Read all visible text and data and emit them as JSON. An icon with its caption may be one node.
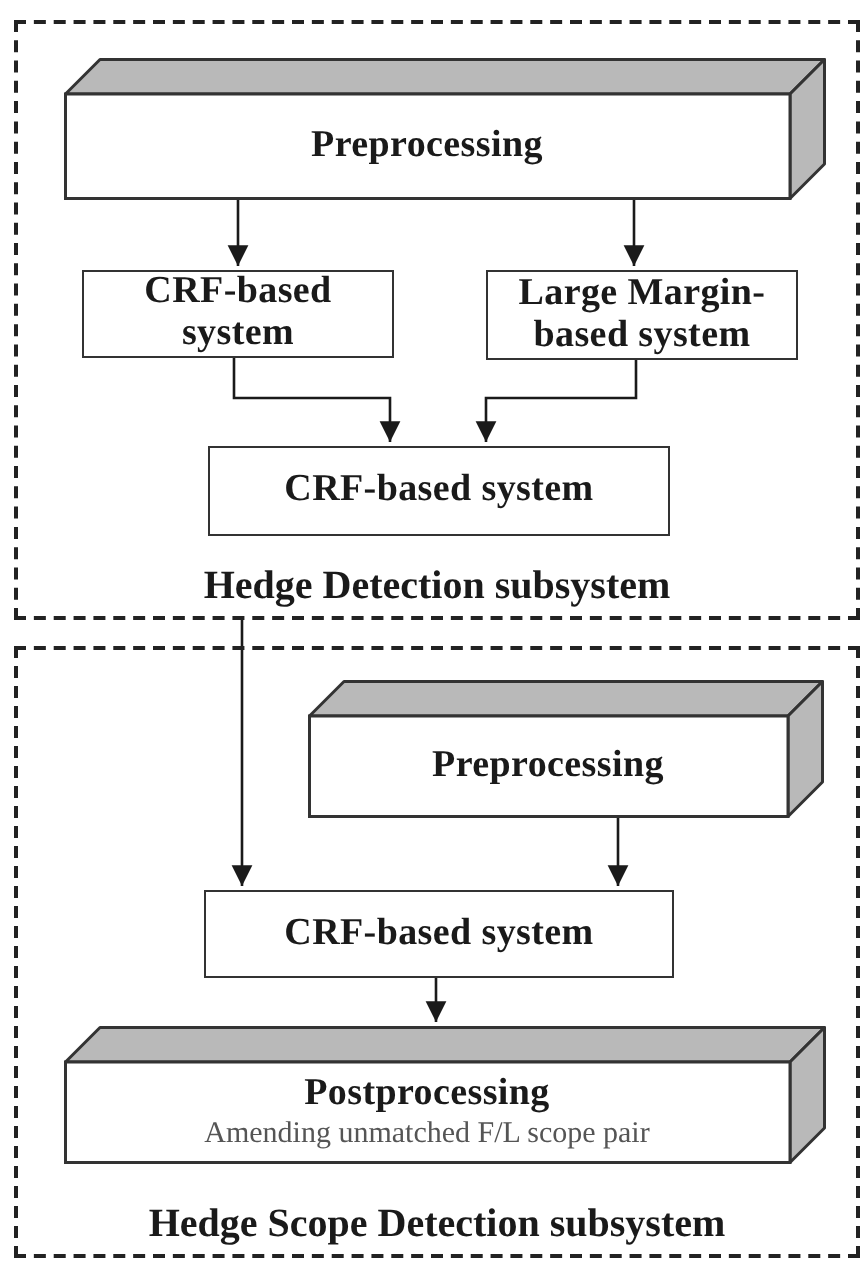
{
  "diagram": {
    "nodes": [
      {
        "text": [
          "Hedge Detection subsystem"
        ]
      },
      {
        "text": [
          "Preprocessing"
        ],
        "in": 0
      },
      {
        "text": [
          "CRF-based system"
        ],
        "in": 0
      },
      {
        "text": [
          "Large Margin-based system"
        ],
        "in": 0
      },
      {
        "text": [
          "CRF-based system"
        ],
        "in": 0
      },
      {
        "text": [
          "Hedge Scope Detection subsystem"
        ]
      },
      {
        "text": [
          "Preprocessing"
        ],
        "in": 5
      },
      {
        "text": [
          "CRF-based system"
        ],
        "in": 5
      },
      {
        "text": [
          "Postprocessing",
          "Amending unmatched F/L scope pair"
        ],
        "in": 5
      }
    ],
    "edges": [
      {
        "from": 1,
        "to": 2,
        "arrow": "to"
      },
      {
        "from": 1,
        "to": 3,
        "arrow": "to"
      },
      {
        "from": 2,
        "to": 4,
        "arrow": "to"
      },
      {
        "from": 3,
        "to": 4,
        "arrow": "to"
      },
      {
        "from": 0,
        "to": 7,
        "arrow": "to"
      },
      {
        "from": 6,
        "to": 7,
        "arrow": "to"
      },
      {
        "from": 7,
        "to": 8,
        "arrow": "to"
      }
    ]
  }
}
